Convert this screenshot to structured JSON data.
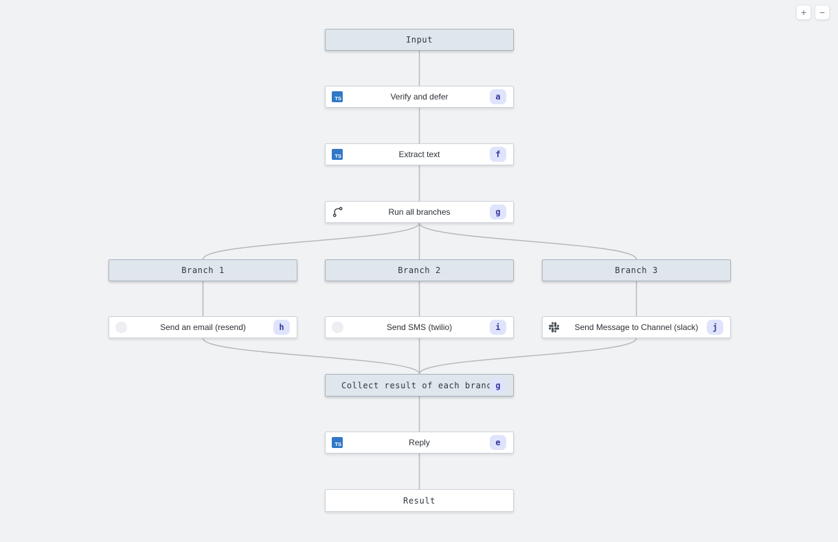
{
  "controls": {
    "zoom_in": "+",
    "zoom_out": "−"
  },
  "icons": {
    "typescript_text": "TS"
  },
  "colors": {
    "canvas_background": "#f1f2f4",
    "header_node_fill": "#dfe6ec",
    "header_node_border": "#a9b3bd",
    "task_node_fill": "#ffffff",
    "task_node_border": "#ccd2d8",
    "badge_background": "#dfe4fc",
    "badge_text": "#37379f",
    "typescript_blue": "#3178c6",
    "edge": "#b4b8bc"
  },
  "nodes": [
    {
      "id": "input",
      "type": "header",
      "label": "Input"
    },
    {
      "id": "verify-and-defer",
      "type": "task",
      "icon": "typescript-icon",
      "label": "Verify and defer",
      "badge": "a"
    },
    {
      "id": "extract-text",
      "type": "task",
      "icon": "typescript-icon",
      "label": "Extract text",
      "badge": "f"
    },
    {
      "id": "run-all-branches",
      "type": "task",
      "icon": "branch-icon",
      "label": "Run all branches",
      "badge": "g"
    },
    {
      "id": "branch-1",
      "type": "header",
      "label": "Branch 1"
    },
    {
      "id": "branch-2",
      "type": "header",
      "label": "Branch 2"
    },
    {
      "id": "branch-3",
      "type": "header",
      "label": "Branch 3"
    },
    {
      "id": "send-email",
      "type": "task",
      "icon": "resend-icon",
      "label": "Send an email (resend)",
      "badge": "h"
    },
    {
      "id": "send-sms",
      "type": "task",
      "icon": "twilio-icon",
      "label": "Send SMS (twilio)",
      "badge": "i"
    },
    {
      "id": "send-slack",
      "type": "task",
      "icon": "slack-icon",
      "label": "Send Message to Channel (slack)",
      "badge": "j"
    },
    {
      "id": "collect-results",
      "type": "header",
      "label": "Collect result of each branch",
      "badge": "g"
    },
    {
      "id": "reply",
      "type": "task",
      "icon": "typescript-icon",
      "label": "Reply",
      "badge": "e"
    },
    {
      "id": "result",
      "type": "output",
      "label": "Result"
    }
  ],
  "edges": [
    {
      "from": "input",
      "to": "verify-and-defer"
    },
    {
      "from": "verify-and-defer",
      "to": "extract-text"
    },
    {
      "from": "extract-text",
      "to": "run-all-branches"
    },
    {
      "from": "run-all-branches",
      "to": "branch-1"
    },
    {
      "from": "run-all-branches",
      "to": "branch-2"
    },
    {
      "from": "run-all-branches",
      "to": "branch-3"
    },
    {
      "from": "branch-1",
      "to": "send-email"
    },
    {
      "from": "branch-2",
      "to": "send-sms"
    },
    {
      "from": "branch-3",
      "to": "send-slack"
    },
    {
      "from": "send-email",
      "to": "collect-results"
    },
    {
      "from": "send-sms",
      "to": "collect-results"
    },
    {
      "from": "send-slack",
      "to": "collect-results"
    },
    {
      "from": "collect-results",
      "to": "reply"
    },
    {
      "from": "reply",
      "to": "result"
    }
  ]
}
